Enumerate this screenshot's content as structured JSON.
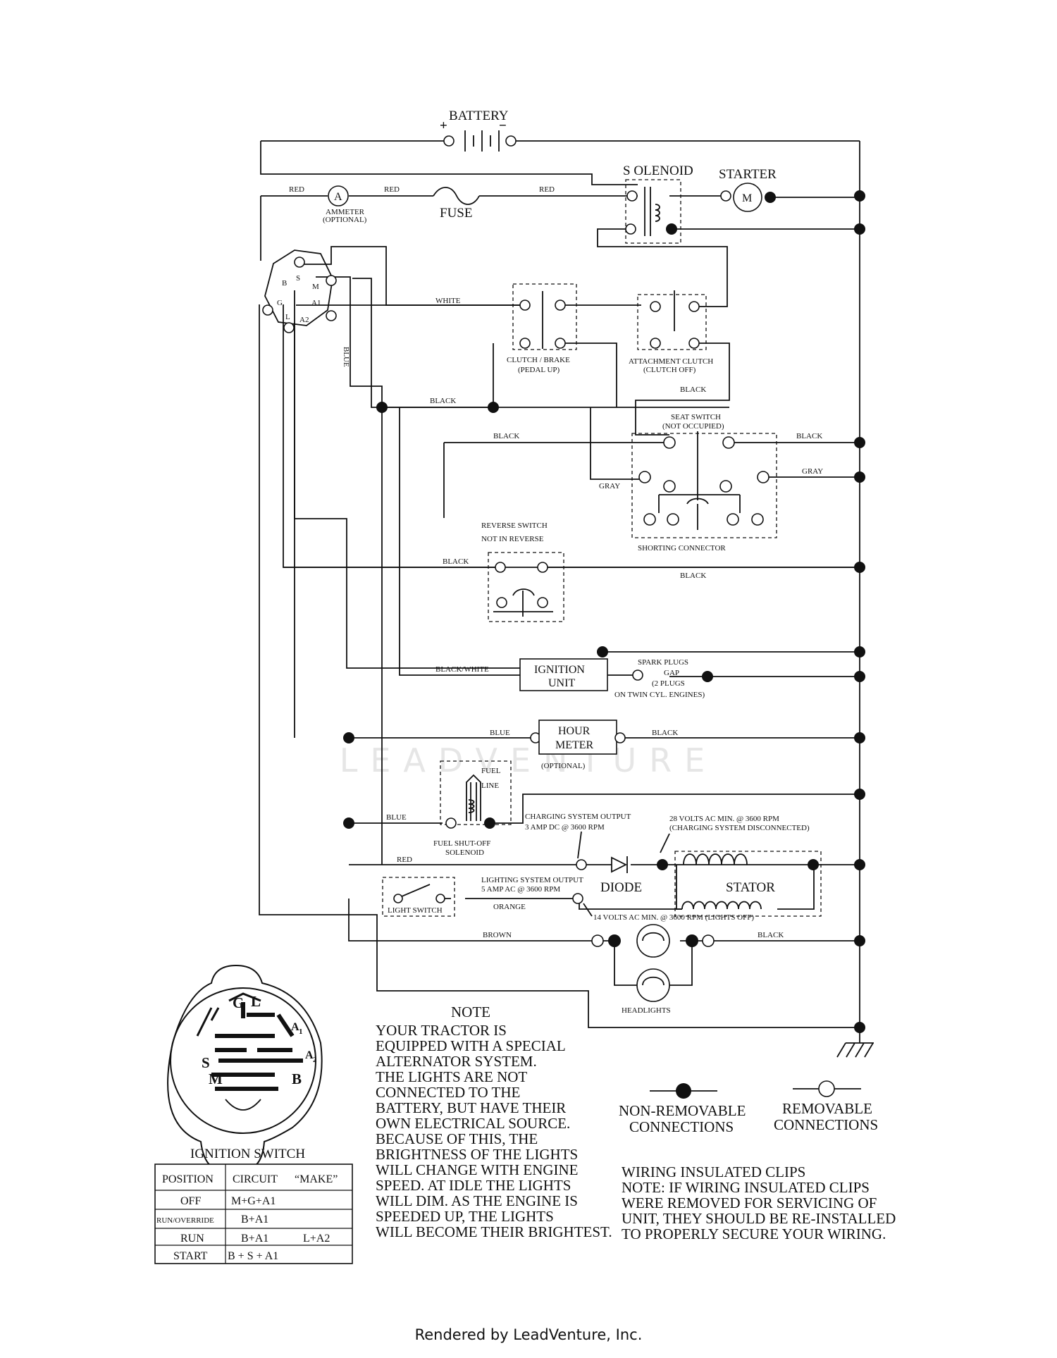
{
  "battery": {
    "label": "BATTERY",
    "plus": "+",
    "minus": "−"
  },
  "solenoid": "S OLENOID",
  "starter": {
    "label": "STARTER",
    "symbol": "M"
  },
  "ammeter": {
    "symbol": "A",
    "label1": "AMMETER",
    "label2": "(OPTIONAL)"
  },
  "fuse": "FUSE",
  "ignition_terminals": {
    "B": "B",
    "S": "S",
    "M": "M",
    "G": "G",
    "A1": "A1",
    "L": "L",
    "A2": "A2"
  },
  "wires": {
    "red": "RED",
    "white": "WHITE",
    "blue": "BLUE",
    "black": "BLACK",
    "gray": "GRAY",
    "black_white": "BLACK/WHITE",
    "orange": "ORANGE",
    "brown": "BROWN"
  },
  "clutch_brake": {
    "line1": "CLUTCH / BRAKE",
    "line2": "(PEDAL UP)"
  },
  "attachment_clutch": {
    "line1": "ATTACHMENT CLUTCH",
    "line2": "(CLUTCH OFF)"
  },
  "seat_switch": {
    "line1": "SEAT SWITCH",
    "line2": "(NOT OCCUPIED)"
  },
  "shorting_connector": "SHORTING CONNECTOR",
  "reverse_switch": {
    "line1": "REVERSE SWITCH",
    "line2": "NOT IN REVERSE"
  },
  "ignition_unit": {
    "line1": "IGNITION",
    "line2": "UNIT"
  },
  "spark_plugs": {
    "line1": "SPARK PLUGS",
    "line2": "GAP",
    "line3": "(2 PLUGS",
    "line4": "ON TWIN CYL. ENGINES)"
  },
  "hour_meter": {
    "line1": "HOUR",
    "line2": "METER",
    "line3": "(OPTIONAL)"
  },
  "fuel_line": {
    "line1": "FUEL",
    "line2": "LINE"
  },
  "fuel_shutoff": {
    "line1": "FUEL SHUT-OFF",
    "line2": "SOLENOID"
  },
  "charging_output": {
    "line1": "CHARGING SYSTEM OUTPUT",
    "line2": "3 AMP DC @ 3600 RPM"
  },
  "charging_volts": {
    "line1": "28 VOLTS AC MIN. @ 3600 RPM",
    "line2": "(CHARGING SYSTEM DISCONNECTED)"
  },
  "diode": "DIODE",
  "stator": "STATOR",
  "lighting_output": {
    "line1": "LIGHTING SYSTEM OUTPUT",
    "line2": "5 AMP AC @ 3600 RPM"
  },
  "lights_volts": "14 VOLTS AC MIN. @ 3600 RPM (LIGHTS OFF)",
  "light_switch": "LIGHT SWITCH",
  "headlights": "HEADLIGHTS",
  "switch_face": {
    "G": "G",
    "L": "L",
    "A1": "A",
    "A1_sub": "1",
    "S": "S",
    "A2": "A",
    "A2_sub": "2",
    "M": "M",
    "B": "B"
  },
  "ignition_switch_title": "IGNITION SWITCH",
  "table": {
    "headers": [
      "POSITION",
      "CIRCUIT",
      "“MAKE”"
    ],
    "rows": [
      {
        "position": "OFF",
        "circuit": "M+G+A1",
        "make": ""
      },
      {
        "position": "RUN/OVERRIDE",
        "circuit": "B+A1",
        "make": ""
      },
      {
        "position": "RUN",
        "circuit": "B+A1",
        "make": "L+A2"
      },
      {
        "position": "START",
        "circuit": "B + S + A1",
        "make": ""
      }
    ]
  },
  "note": {
    "title": "NOTE",
    "lines": [
      "YOUR TRACTOR IS",
      "EQUIPPED WITH A SPECIAL",
      "ALTERNATOR SYSTEM.",
      "THE LIGHTS ARE NOT",
      "CONNECTED TO THE",
      "BATTERY, BUT HAVE THEIR",
      "OWN ELECTRICAL SOURCE.",
      "BECAUSE OF THIS, THE",
      "BRIGHTNESS OF THE LIGHTS",
      "WILL CHANGE WITH ENGINE",
      "SPEED.  AT IDLE THE LIGHTS",
      "WILL DIM.  AS THE ENGINE IS",
      "SPEEDED UP, THE LIGHTS",
      "WILL BECOME THEIR BRIGHTEST."
    ]
  },
  "legend": {
    "non_removable": {
      "line1": "NON-REMOVABLE",
      "line2": "CONNECTIONS"
    },
    "removable": {
      "line1": "REMOVABLE",
      "line2": "CONNECTIONS"
    }
  },
  "clips_note": {
    "lines": [
      "WIRING INSULATED CLIPS",
      "NOTE:  IF WIRING INSULATED CLIPS",
      "WERE REMOVED FOR SERVICING OF",
      "UNIT, THEY SHOULD BE RE-INSTALLED",
      "TO PROPERLY SECURE YOUR WIRING."
    ]
  },
  "watermark": "LEADVENTURE",
  "footer": "Rendered by LeadVenture, Inc."
}
